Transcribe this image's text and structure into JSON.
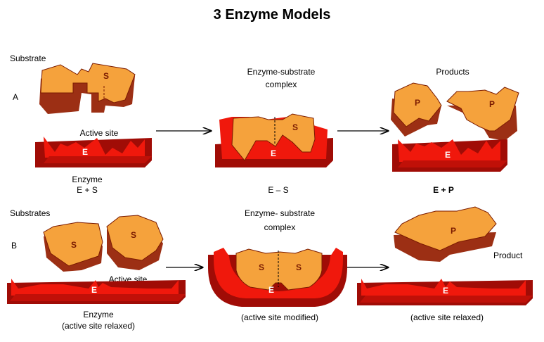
{
  "title": "3    Enzyme Models",
  "colors": {
    "enzyme": "#f0180c",
    "enzyme_dark": "#a00c06",
    "substrate": "#f5a23c",
    "substrate_dark": "#9c2f14"
  },
  "model_a": {
    "row_label": "A",
    "substrate_label": "Substrate",
    "active_site_label": "Active site",
    "enzyme_label": "Enzyme",
    "eq1": "E + S",
    "complex_label_1": "Enzyme-substrate",
    "complex_label_2": "complex",
    "eq2": "E – S",
    "products_label": "Products",
    "eq3": "E + P",
    "mark_s": "S",
    "mark_e": "E",
    "mark_p": "P"
  },
  "model_b": {
    "row_label": "B",
    "substrates_label": "Substrates",
    "active_site_label": "Active site",
    "enzyme_label": "Enzyme",
    "caption1": "(active site relaxed)",
    "complex_label_1": "Enzyme- substrate",
    "complex_label_2": "complex",
    "caption2": "(active site modified)",
    "product_label": "Product",
    "caption3": "(active site relaxed)",
    "mark_s": "S",
    "mark_e": "E",
    "mark_p": "P"
  }
}
